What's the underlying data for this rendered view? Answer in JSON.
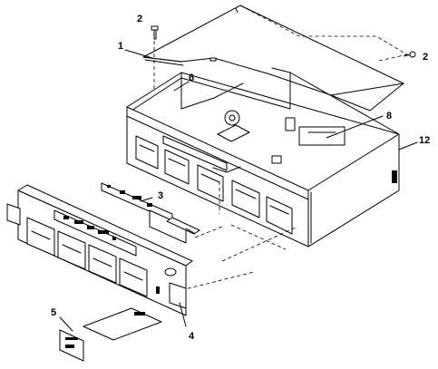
{
  "diagram": {
    "callouts": [
      {
        "id": "1",
        "text": "1"
      },
      {
        "id": "2a",
        "text": "2"
      },
      {
        "id": "2b",
        "text": "2"
      },
      {
        "id": "3",
        "text": "3"
      },
      {
        "id": "4",
        "text": "4"
      },
      {
        "id": "5",
        "text": "5"
      },
      {
        "id": "6",
        "text": "6"
      },
      {
        "id": "8",
        "text": "8"
      },
      {
        "id": "12",
        "text": "12"
      }
    ]
  }
}
